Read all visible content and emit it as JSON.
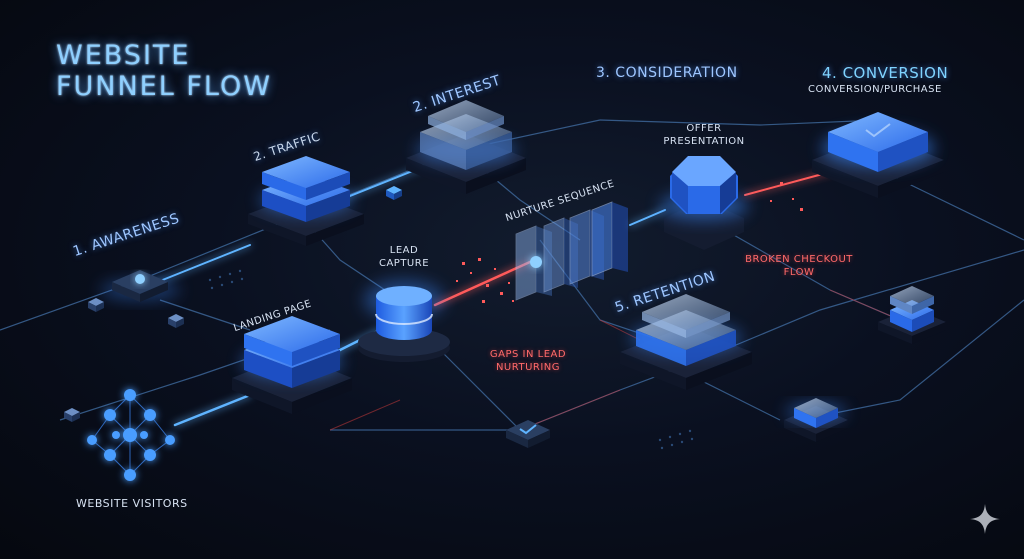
{
  "title": {
    "line1": "WEBSITE",
    "line2": "FUNNEL  FLOW"
  },
  "stages": {
    "awareness": "1. AWARENESS",
    "traffic": "2. TRAFFIC",
    "interest": "2. INTEREST",
    "consideration": "3. CONSIDERATION",
    "conversion": "4. CONVERSION",
    "retention": "5. RETENTION"
  },
  "labels": {
    "conversion_purchase": "CONVERSION/PURCHASE",
    "offer_presentation_1": "OFFER",
    "offer_presentation_2": "PRESENTATION",
    "nurture_sequence": "NURTURE SEQUENCE",
    "lead_capture_1": "LEAD",
    "lead_capture_2": "CAPTURE",
    "landing_page": "LANDING PAGE",
    "website_visitors": "WEBSITE VISITORS"
  },
  "warnings": {
    "gaps_1": "GAPS IN LEAD",
    "gaps_2": "NURTURING",
    "broken_1": "BROKEN CHECKOUT",
    "broken_2": "FLOW"
  },
  "colors": {
    "accent": "#3d8bff",
    "glow": "#5fb4ff",
    "warning": "#ff4b4b",
    "background": "#0a1020"
  },
  "icons": {
    "sparkle": "sparkle-icon",
    "check": "check-icon",
    "network": "network-icon"
  }
}
